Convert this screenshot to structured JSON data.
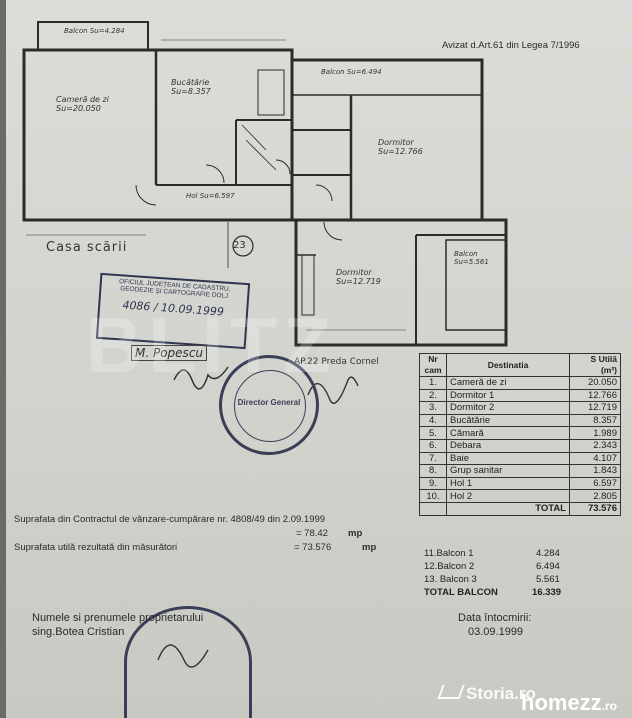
{
  "header": {
    "legal_note": "Avizat d.Art.61 din Legea 7/1996"
  },
  "plan": {
    "rooms": [
      {
        "name": "Cameră de zi",
        "area": "Su=20.050"
      },
      {
        "name": "Bucătărie",
        "area": "Su=8.357"
      },
      {
        "name": "Balcon",
        "area": "Su=6.494"
      },
      {
        "name": "Dormitor",
        "area": "Su=12.766"
      },
      {
        "name": "Dormitor",
        "area": "Su=12.719"
      },
      {
        "name": "Hol",
        "area": "Su=6.597"
      },
      {
        "name": "Balcon",
        "area": "Su=5.561"
      },
      {
        "name": "Balcon",
        "area": "Su=4.284"
      }
    ],
    "stair_label": "Casa scării",
    "stair_number": "23",
    "apartment_label": "AP.22 Preda Cornel"
  },
  "stamps": {
    "cadastre_title": "OFICIUL JUDEȚEAN DE CADASTRU, GEODEZIE ȘI CARTOGRAFIE DOLJ",
    "registration": "4086 / 10.09.1999",
    "signer": "M. Popescu",
    "round_center": "Director General"
  },
  "table": {
    "headers": {
      "nr": "Nr cam",
      "destinatia": "Destinatia",
      "suprafata": "S Utilă (m²)"
    },
    "rows": [
      {
        "nr": "1.",
        "dest": "Cameră de zi",
        "val": "20.050"
      },
      {
        "nr": "2.",
        "dest": "Dormitor 1",
        "val": "12.766"
      },
      {
        "nr": "3.",
        "dest": "Dormitor 2",
        "val": "12.719"
      },
      {
        "nr": "4.",
        "dest": "Bucătărie",
        "val": "8.357"
      },
      {
        "nr": "5.",
        "dest": "Cămară",
        "val": "1.989"
      },
      {
        "nr": "6.",
        "dest": "Debara",
        "val": "2.343"
      },
      {
        "nr": "7.",
        "dest": "Baie",
        "val": "4.107"
      },
      {
        "nr": "8.",
        "dest": "Grup sanitar",
        "val": "1.843"
      },
      {
        "nr": "9.",
        "dest": "Hol 1",
        "val": "6.597"
      },
      {
        "nr": "10.",
        "dest": "Hol 2",
        "val": "2.805"
      }
    ],
    "total_label": "TOTAL",
    "total_value": "73.576"
  },
  "balconies": [
    {
      "label": "11.Balcon 1",
      "value": "4.284"
    },
    {
      "label": "12.Balcon 2",
      "value": "6.494"
    },
    {
      "label": "13. Balcon 3",
      "value": "5.561"
    }
  ],
  "total_balcon": {
    "label": "TOTAL BALCON",
    "value": "16.339"
  },
  "surfaces": {
    "contract_text": "Suprafata din Contractul de vânzare-cumpărare nr. 4808/49 din 2.09.1999",
    "contract_value": "= 78.42",
    "contract_unit": "mp",
    "measured_text": "Suprafata utilă rezultată din măsurători",
    "measured_value": "= 73.576",
    "measured_unit": "mp"
  },
  "owner": {
    "label": "Numele si prenumele proprietarului",
    "name": "sing.Botea Cristian"
  },
  "date": {
    "label": "Data întocmirii:",
    "value": "03.09.1999"
  },
  "branding": {
    "storia": "Storia.ro",
    "homezz": "homezz",
    "homezz_tld": ".ro",
    "watermark": "BLITZ"
  }
}
